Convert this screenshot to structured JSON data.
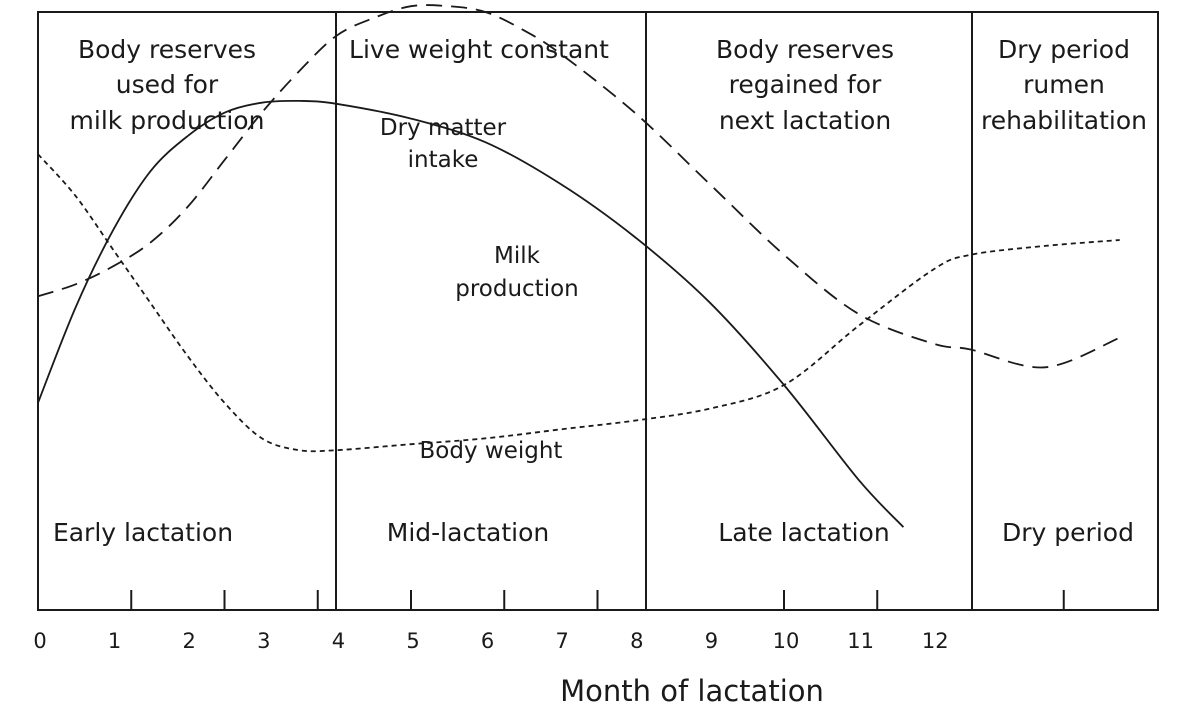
{
  "chart_data": {
    "type": "line",
    "xlabel": "Month of lactation",
    "x_ticks": [
      "0",
      "1",
      "2",
      "3",
      "4",
      "5",
      "6",
      "7",
      "8",
      "9",
      "10",
      "11",
      "12"
    ],
    "phases": [
      {
        "name": "Early lactation",
        "description": [
          "Body reserves",
          "used for",
          "milk production"
        ]
      },
      {
        "name": "Mid-lactation",
        "description": [
          "Live weight constant"
        ]
      },
      {
        "name": "Late lactation",
        "description": [
          "Body reserves",
          "regained for",
          "next lactation"
        ]
      },
      {
        "name": "Dry period",
        "description": [
          "Dry period",
          "rumen",
          "rehabilitation"
        ]
      }
    ],
    "series": [
      {
        "name": "Milk production",
        "label_lines": [
          "Milk",
          "production"
        ],
        "style": "solid",
        "x": [
          0,
          0.5,
          1,
          1.5,
          2,
          2.5,
          3,
          3.5,
          4,
          5,
          6,
          7,
          8,
          9,
          10,
          11,
          11.6
        ],
        "y": [
          0.35,
          0.51,
          0.64,
          0.74,
          0.8,
          0.84,
          0.857,
          0.86,
          0.855,
          0.83,
          0.79,
          0.72,
          0.63,
          0.52,
          0.38,
          0.22,
          0.14
        ]
      },
      {
        "name": "Dry matter intake",
        "label_lines": [
          "Dry matter",
          "intake"
        ],
        "style": "dashed",
        "x": [
          0,
          0.5,
          1,
          1.5,
          2,
          2.5,
          3,
          3.5,
          4,
          4.5,
          5,
          5.5,
          6,
          6.5,
          7,
          8,
          9,
          10,
          11,
          12,
          12.5,
          13.5,
          14.5
        ],
        "y": [
          0.53,
          0.55,
          0.58,
          0.62,
          0.68,
          0.76,
          0.84,
          0.91,
          0.97,
          1.0,
          1.02,
          1.02,
          1.01,
          0.98,
          0.94,
          0.84,
          0.72,
          0.6,
          0.5,
          0.45,
          0.44,
          0.41,
          0.46
        ]
      },
      {
        "name": "Body weight",
        "label_lines": [
          "Body weight"
        ],
        "style": "dotted",
        "x": [
          0,
          0.5,
          1,
          1.5,
          2,
          2.5,
          3,
          3.5,
          4,
          5,
          6,
          7,
          8,
          9,
          10,
          11,
          12,
          12.5,
          13.5,
          14.5
        ],
        "y": [
          0.77,
          0.7,
          0.61,
          0.52,
          0.43,
          0.35,
          0.29,
          0.27,
          0.27,
          0.28,
          0.29,
          0.305,
          0.32,
          0.34,
          0.38,
          0.48,
          0.575,
          0.6,
          0.615,
          0.625
        ]
      }
    ]
  }
}
